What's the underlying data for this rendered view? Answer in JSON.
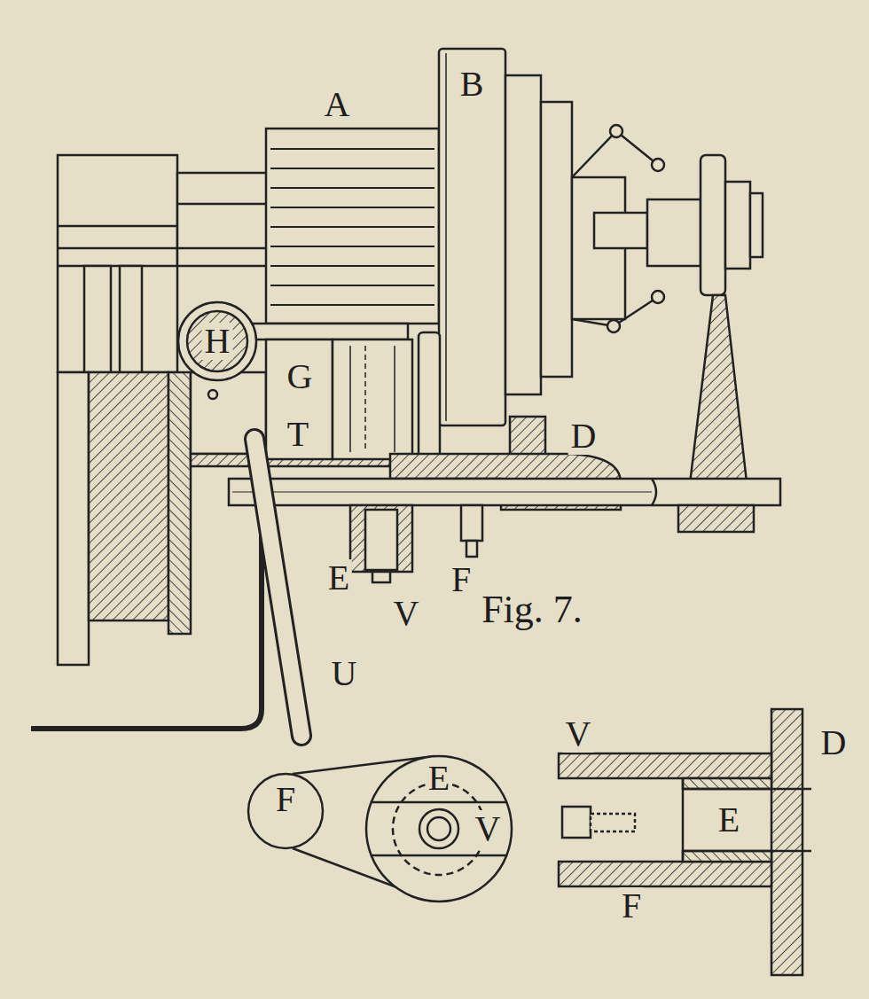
{
  "diagram": {
    "caption": "Fig. 7.",
    "labels": [
      "A",
      "B",
      "H",
      "G",
      "T",
      "D",
      "E",
      "F",
      "V",
      "U",
      "E",
      "F",
      "V",
      "V",
      "D",
      "E",
      "F"
    ]
  }
}
